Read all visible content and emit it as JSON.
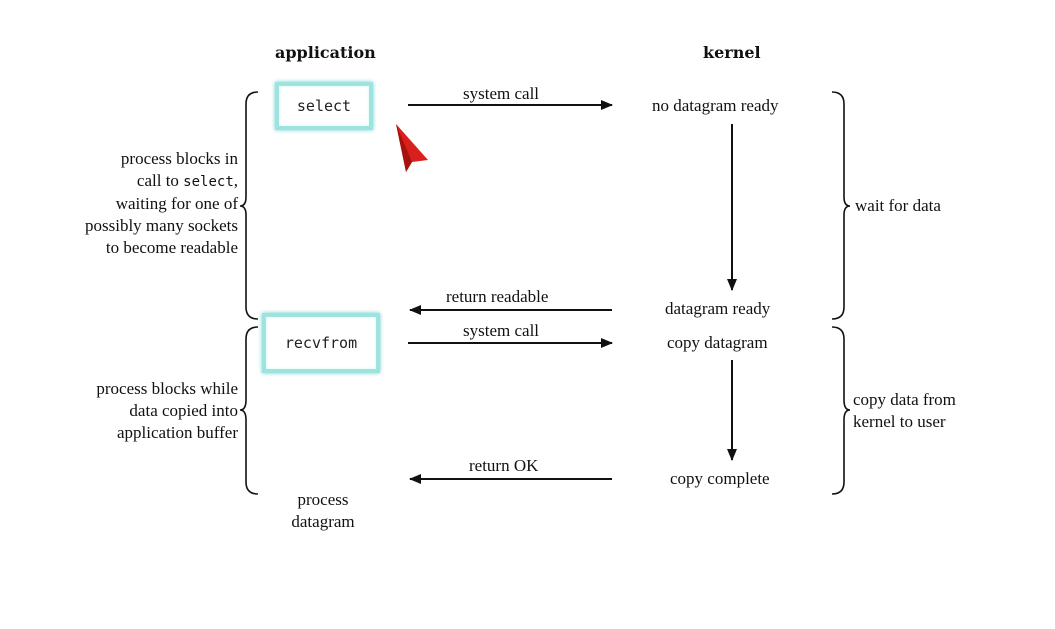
{
  "headers": {
    "application": "application",
    "kernel": "kernel"
  },
  "app_calls": {
    "select": "select",
    "recvfrom": "recvfrom"
  },
  "arrows": {
    "system_call_1": "system call",
    "return_readable": "return readable",
    "system_call_2": "system call",
    "return_ok": "return OK"
  },
  "kernel_states": {
    "no_datagram_ready": "no datagram ready",
    "datagram_ready": "datagram ready",
    "copy_datagram": "copy datagram",
    "copy_complete": "copy complete"
  },
  "left_notes": {
    "select_block": {
      "line1": "process blocks in",
      "line2_prefix": "call to ",
      "line2_code": "select",
      "line2_suffix": ",",
      "line3": "waiting for one of",
      "line4": "possibly many sockets",
      "line5": "to become readable"
    },
    "recv_block": {
      "line1": "process blocks while",
      "line2": "data copied into",
      "line3": "application buffer"
    },
    "process": {
      "line1": "process",
      "line2": "datagram"
    }
  },
  "right_notes": {
    "wait": "wait for data",
    "copy_line1": "copy data from",
    "copy_line2": "kernel to user"
  },
  "colors": {
    "box_border": "#9fe3e0",
    "pointer": "#d9201c",
    "ink": "#111111"
  }
}
